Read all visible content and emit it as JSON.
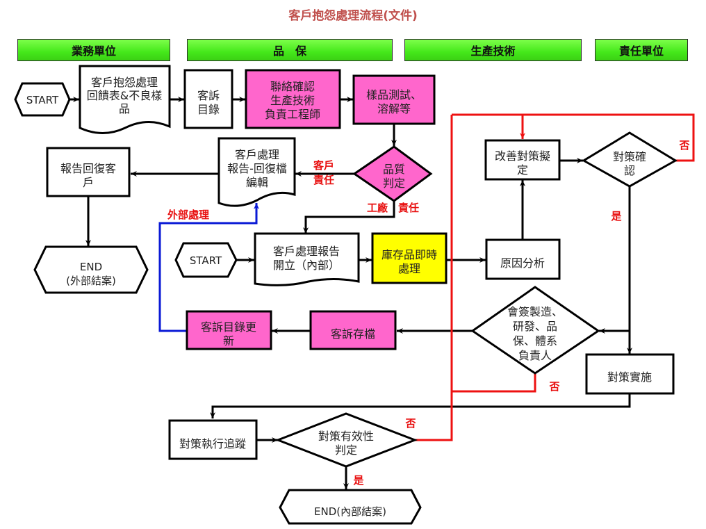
{
  "title": "客戶抱怨處理流程(文件)",
  "colors": {
    "lane_green": "#44e81a",
    "process_pink": "#ff66cc",
    "process_yellow": "#ffff00",
    "line_black": "#000000",
    "line_red": "#ee1111",
    "line_blue": "#0a1ad6",
    "label_red": "#e81010",
    "title_red": "#c0504d"
  },
  "lanes": [
    {
      "label": "業務單位"
    },
    {
      "label": "品　保"
    },
    {
      "label": "生產技術"
    },
    {
      "label": "責任單位"
    }
  ],
  "nodes": {
    "start1": {
      "type": "terminator",
      "lines": [
        "START"
      ]
    },
    "feedback_form": {
      "type": "document",
      "lines": [
        "客戶抱怨處理",
        "回饋表&不良樣",
        "品"
      ]
    },
    "complaint_list": {
      "type": "process",
      "lines": [
        "客訴",
        "目錄"
      ]
    },
    "contact_engineer": {
      "type": "process",
      "fill": "pink",
      "lines": [
        "聯絡確認",
        "生產技術",
        "負責工程師"
      ]
    },
    "sample_test": {
      "type": "process",
      "fill": "pink",
      "lines": [
        "樣品測試、",
        "溶解等"
      ]
    },
    "quality_judge": {
      "type": "decision",
      "fill": "pink",
      "lines": [
        "品質",
        "判定"
      ]
    },
    "customer_report_edit": {
      "type": "document",
      "lines": [
        "客戶處理",
        "報告-回復檔",
        "編輯"
      ]
    },
    "report_customer": {
      "type": "process",
      "lines": [
        "報告回復客",
        "戶"
      ]
    },
    "end_external": {
      "type": "terminator",
      "lines": [
        "END",
        "(外部結案)"
      ]
    },
    "start2": {
      "type": "terminator",
      "lines": [
        "START"
      ]
    },
    "internal_report": {
      "type": "document",
      "lines": [
        "客戶處理報告",
        "開立（內部）"
      ]
    },
    "inventory_handle": {
      "type": "process",
      "fill": "yellow",
      "lines": [
        "庫存品即時",
        "處理"
      ]
    },
    "cause_analysis": {
      "type": "process",
      "lines": [
        "原因分析"
      ]
    },
    "improve_plan": {
      "type": "process",
      "lines": [
        "改善對策擬",
        "定"
      ]
    },
    "plan_confirm": {
      "type": "decision",
      "lines": [
        "對策確",
        "認"
      ]
    },
    "countersign": {
      "type": "decision",
      "lines": [
        "會簽製造、",
        "研發、品",
        "保、體系",
        "負責人"
      ]
    },
    "complaint_archive": {
      "type": "process",
      "fill": "pink",
      "lines": [
        "客訴存檔"
      ]
    },
    "complaint_list_update": {
      "type": "process",
      "fill": "pink",
      "lines": [
        "客訴目錄更",
        "新"
      ]
    },
    "plan_implement": {
      "type": "process",
      "lines": [
        "對策實施"
      ]
    },
    "plan_tracking": {
      "type": "process",
      "lines": [
        "對策執行追蹤"
      ]
    },
    "plan_effective": {
      "type": "decision",
      "lines": [
        "對策有效性",
        "判定"
      ]
    },
    "end_internal": {
      "type": "terminator",
      "lines": [
        "END(內部結案)"
      ]
    }
  },
  "edge_labels": {
    "customer_resp_1": "客戶",
    "customer_resp_2": "責任",
    "factory_resp_1": "工廠",
    "factory_resp_2": "責任",
    "external_handling": "外部處理",
    "confirm_no": "否",
    "confirm_yes": "是",
    "countersign_no": "否",
    "effective_no": "否",
    "effective_yes": "是"
  }
}
